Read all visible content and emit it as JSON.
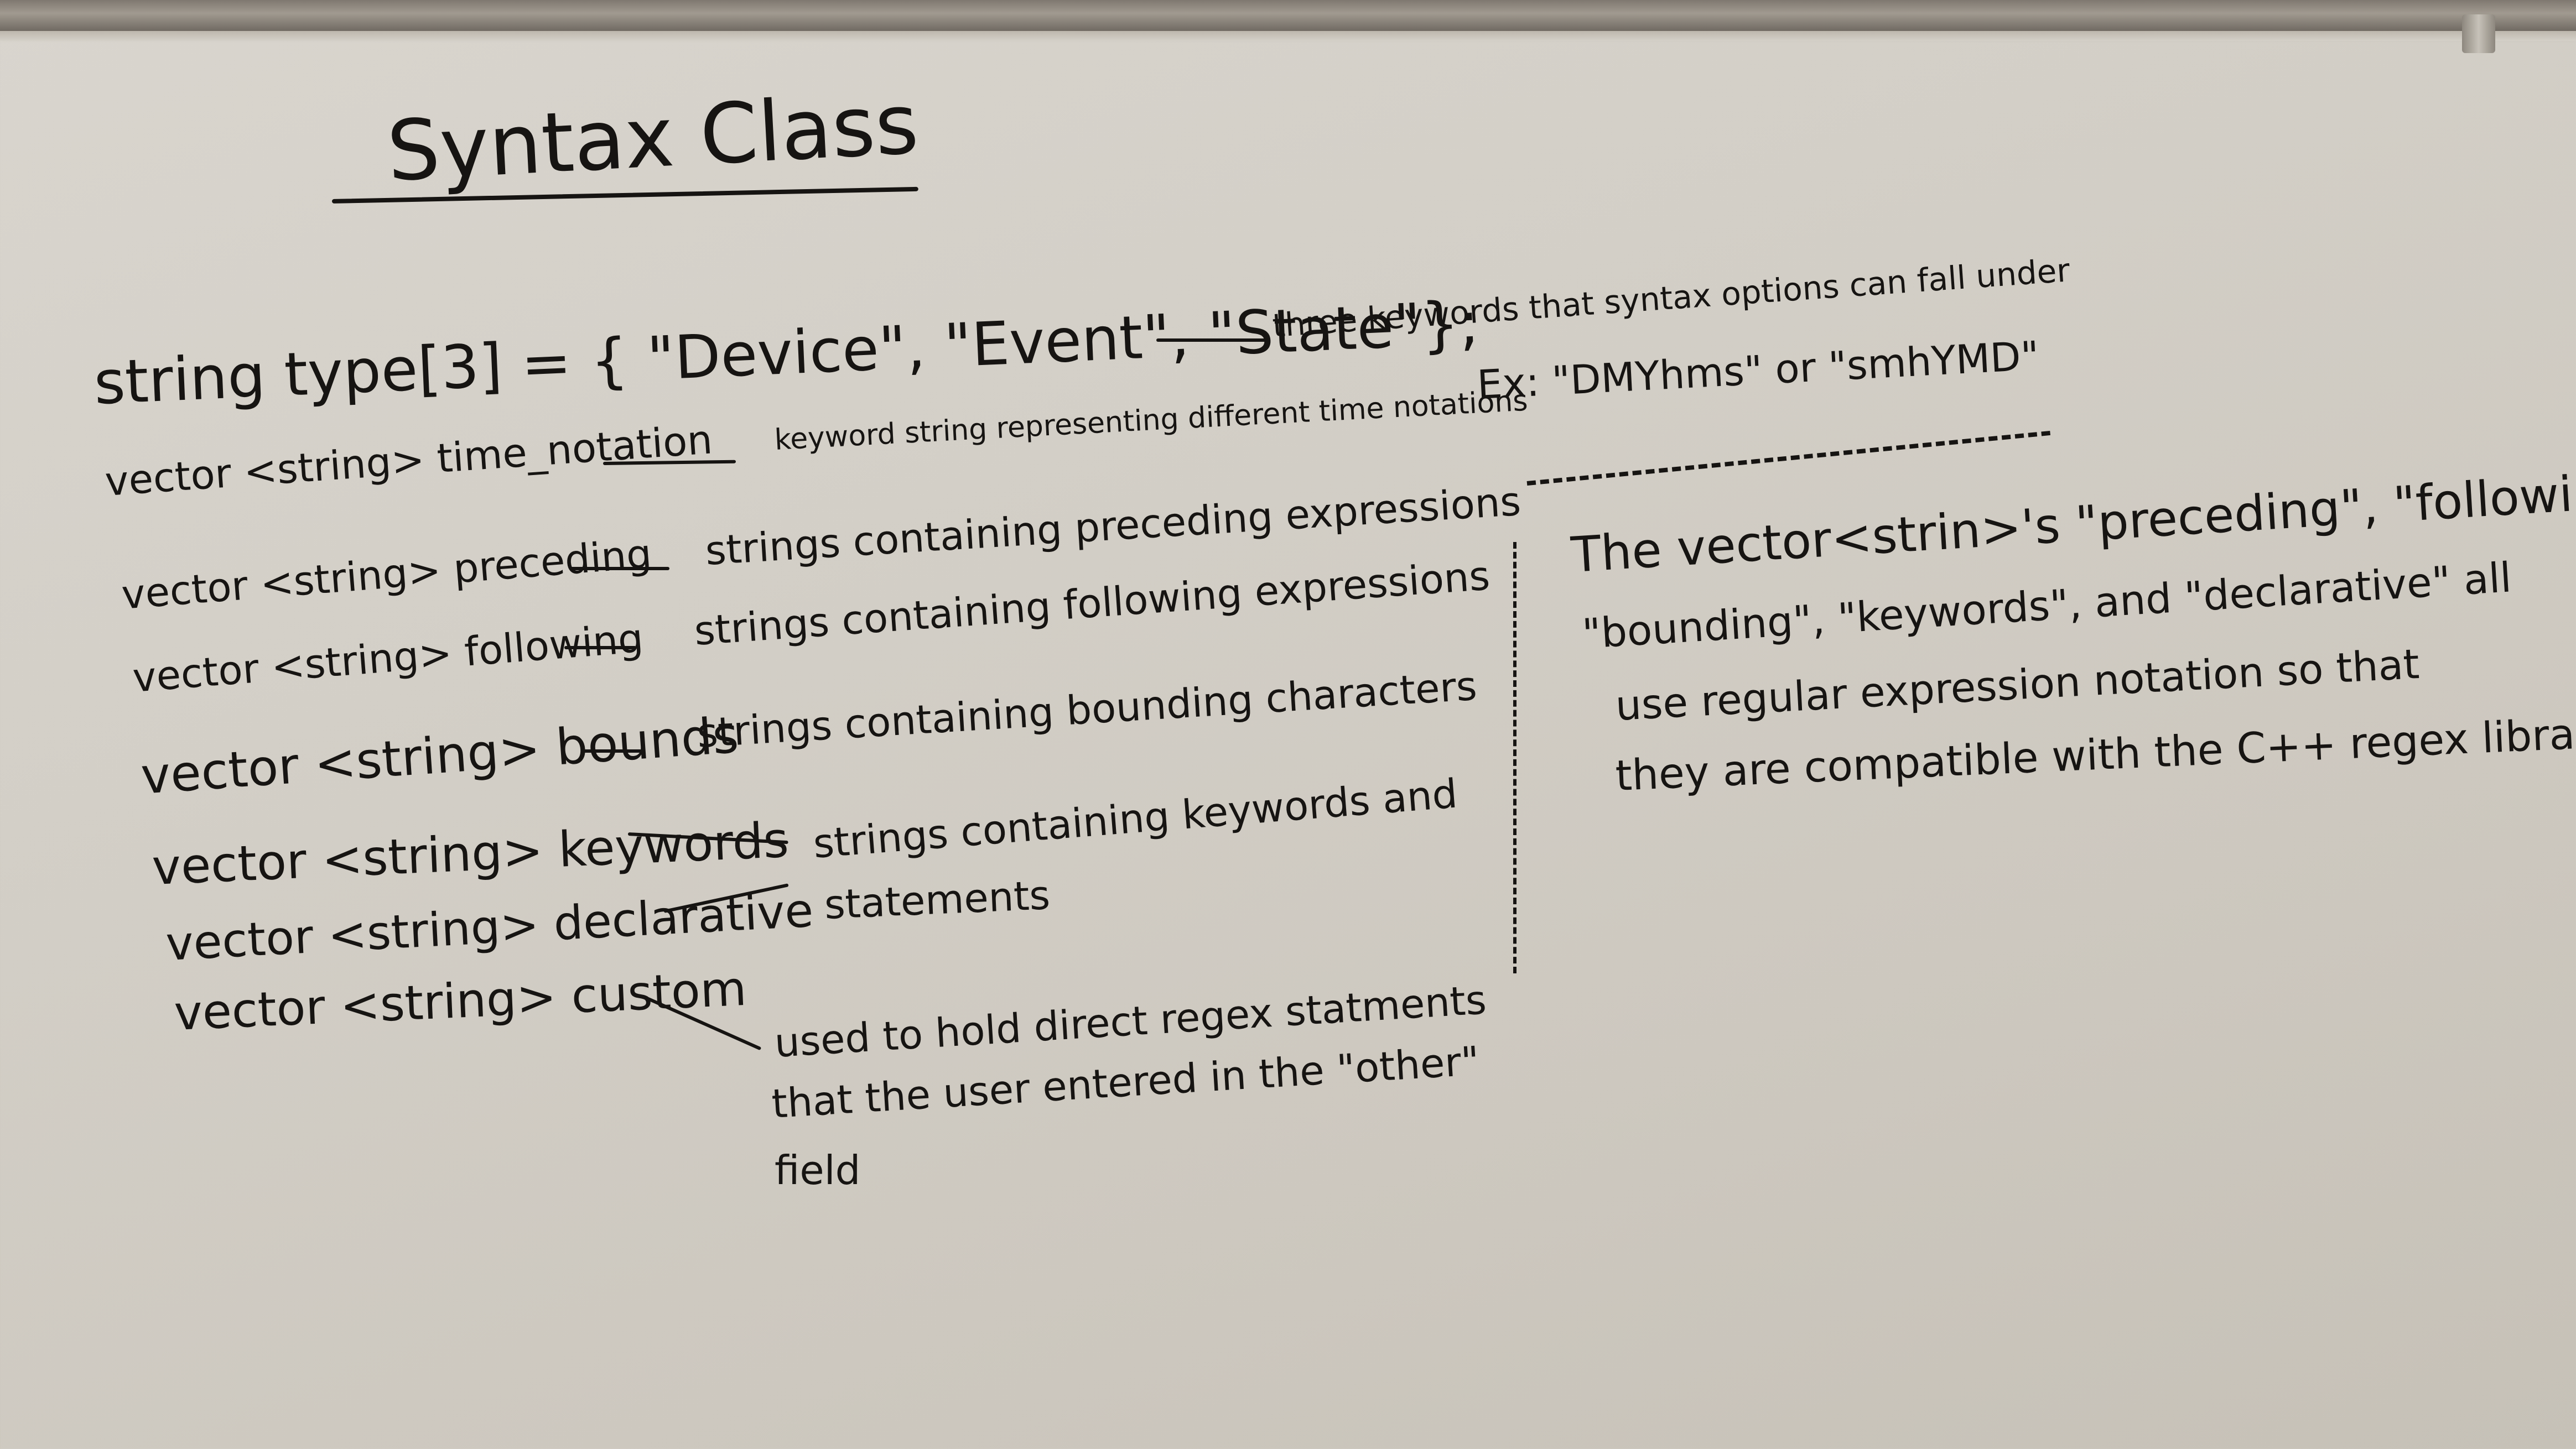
{
  "title": "Syntax Class",
  "line_type": "string type[3] = { \"Device\", \"Event\", \"State\"};",
  "note_type": "three keywords that syntax options can fall under",
  "line_time": "vector <string> time_notation",
  "note_time_a": "keyword string representing different time notations",
  "note_time_b": "Ex: \"DMYhms\" or \"smhYMD\"",
  "line_preceding": "vector <string> preceding",
  "note_preceding": "strings containing preceding expressions",
  "line_following": "vector <string> following",
  "note_following": "strings containing following expressions",
  "line_bounds": "vector <string> bounds",
  "note_bounds": "strings containing bounding characters",
  "line_keywords": "vector <string> keywords",
  "line_declarative": "vector <string> declarative",
  "note_keywords_a": "strings containing keywords and",
  "note_keywords_b": "statements",
  "line_custom": "vector <string> custom",
  "note_custom_a": "used to hold direct regex statments",
  "note_custom_b": "that the user entered in the \"other\"",
  "note_custom_c": "field",
  "side_1": "The vector<strin>'s \"preceding\", \"following\",",
  "side_2": "\"bounding\", \"keywords\", and \"declarative\" all",
  "side_3": "use regular expression notation so that",
  "side_4": "they are compatible with the C++ regex library."
}
